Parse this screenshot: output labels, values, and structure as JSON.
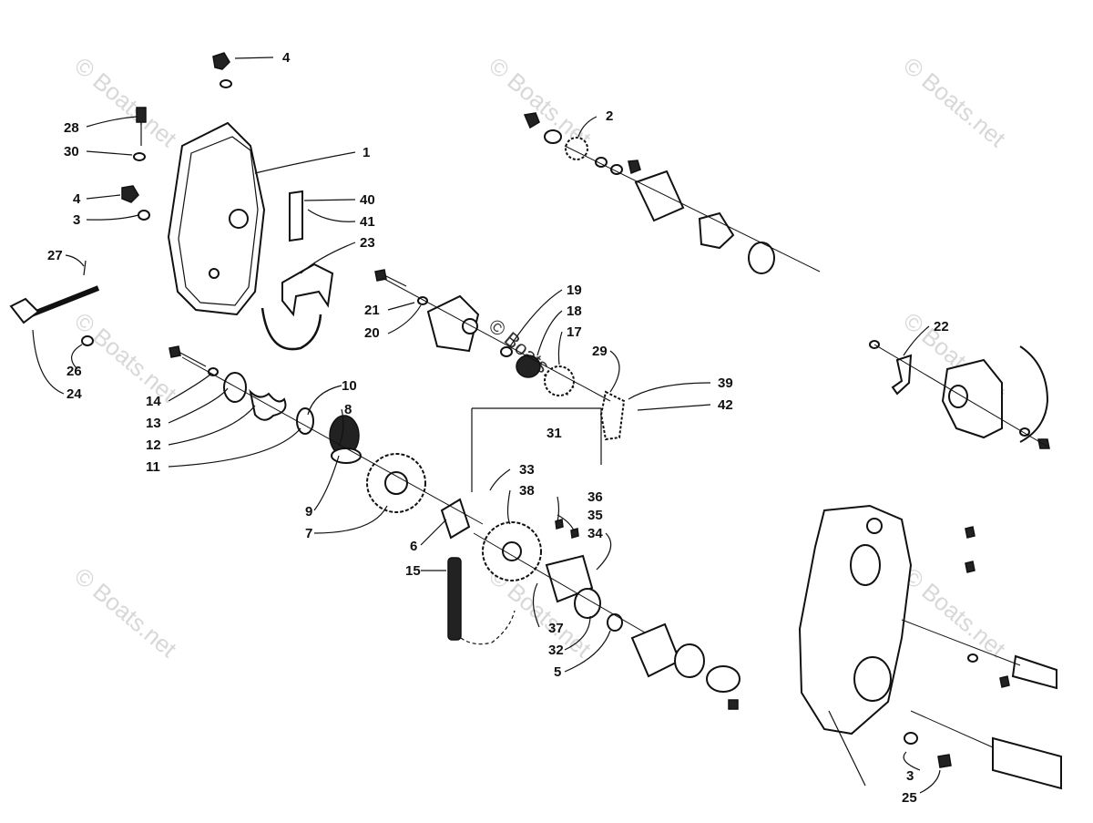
{
  "watermark": "© Boats.net",
  "callouts": [
    "1",
    "2",
    "3",
    "3",
    "4",
    "4",
    "5",
    "6",
    "7",
    "8",
    "9",
    "10",
    "11",
    "12",
    "13",
    "14",
    "15",
    "17",
    "18",
    "19",
    "20",
    "21",
    "22",
    "23",
    "24",
    "25",
    "26",
    "27",
    "28",
    "29",
    "30",
    "31",
    "32",
    "33",
    "34",
    "35",
    "36",
    "37",
    "38",
    "39",
    "40",
    "41",
    "42"
  ]
}
